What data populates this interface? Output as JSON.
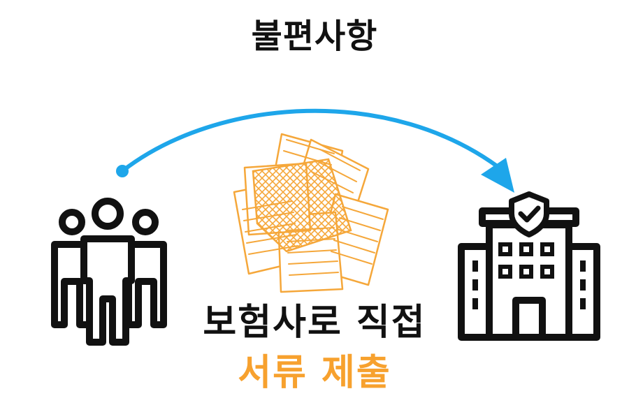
{
  "title": "불편사항",
  "caption": {
    "line1": "보험사로 직접",
    "line2": "서류 제출"
  },
  "colors": {
    "text": "#111111",
    "accent": "#f7a12e",
    "arrow": "#1ea6ea",
    "icon": "#111111",
    "paper": "#f5a73a"
  },
  "icons": {
    "people": "group-of-people-icon",
    "documents": "scattered-documents-icon",
    "building": "insurance-building-icon",
    "shield": "shield-check-icon",
    "arrow": "curved-arrow-icon"
  }
}
